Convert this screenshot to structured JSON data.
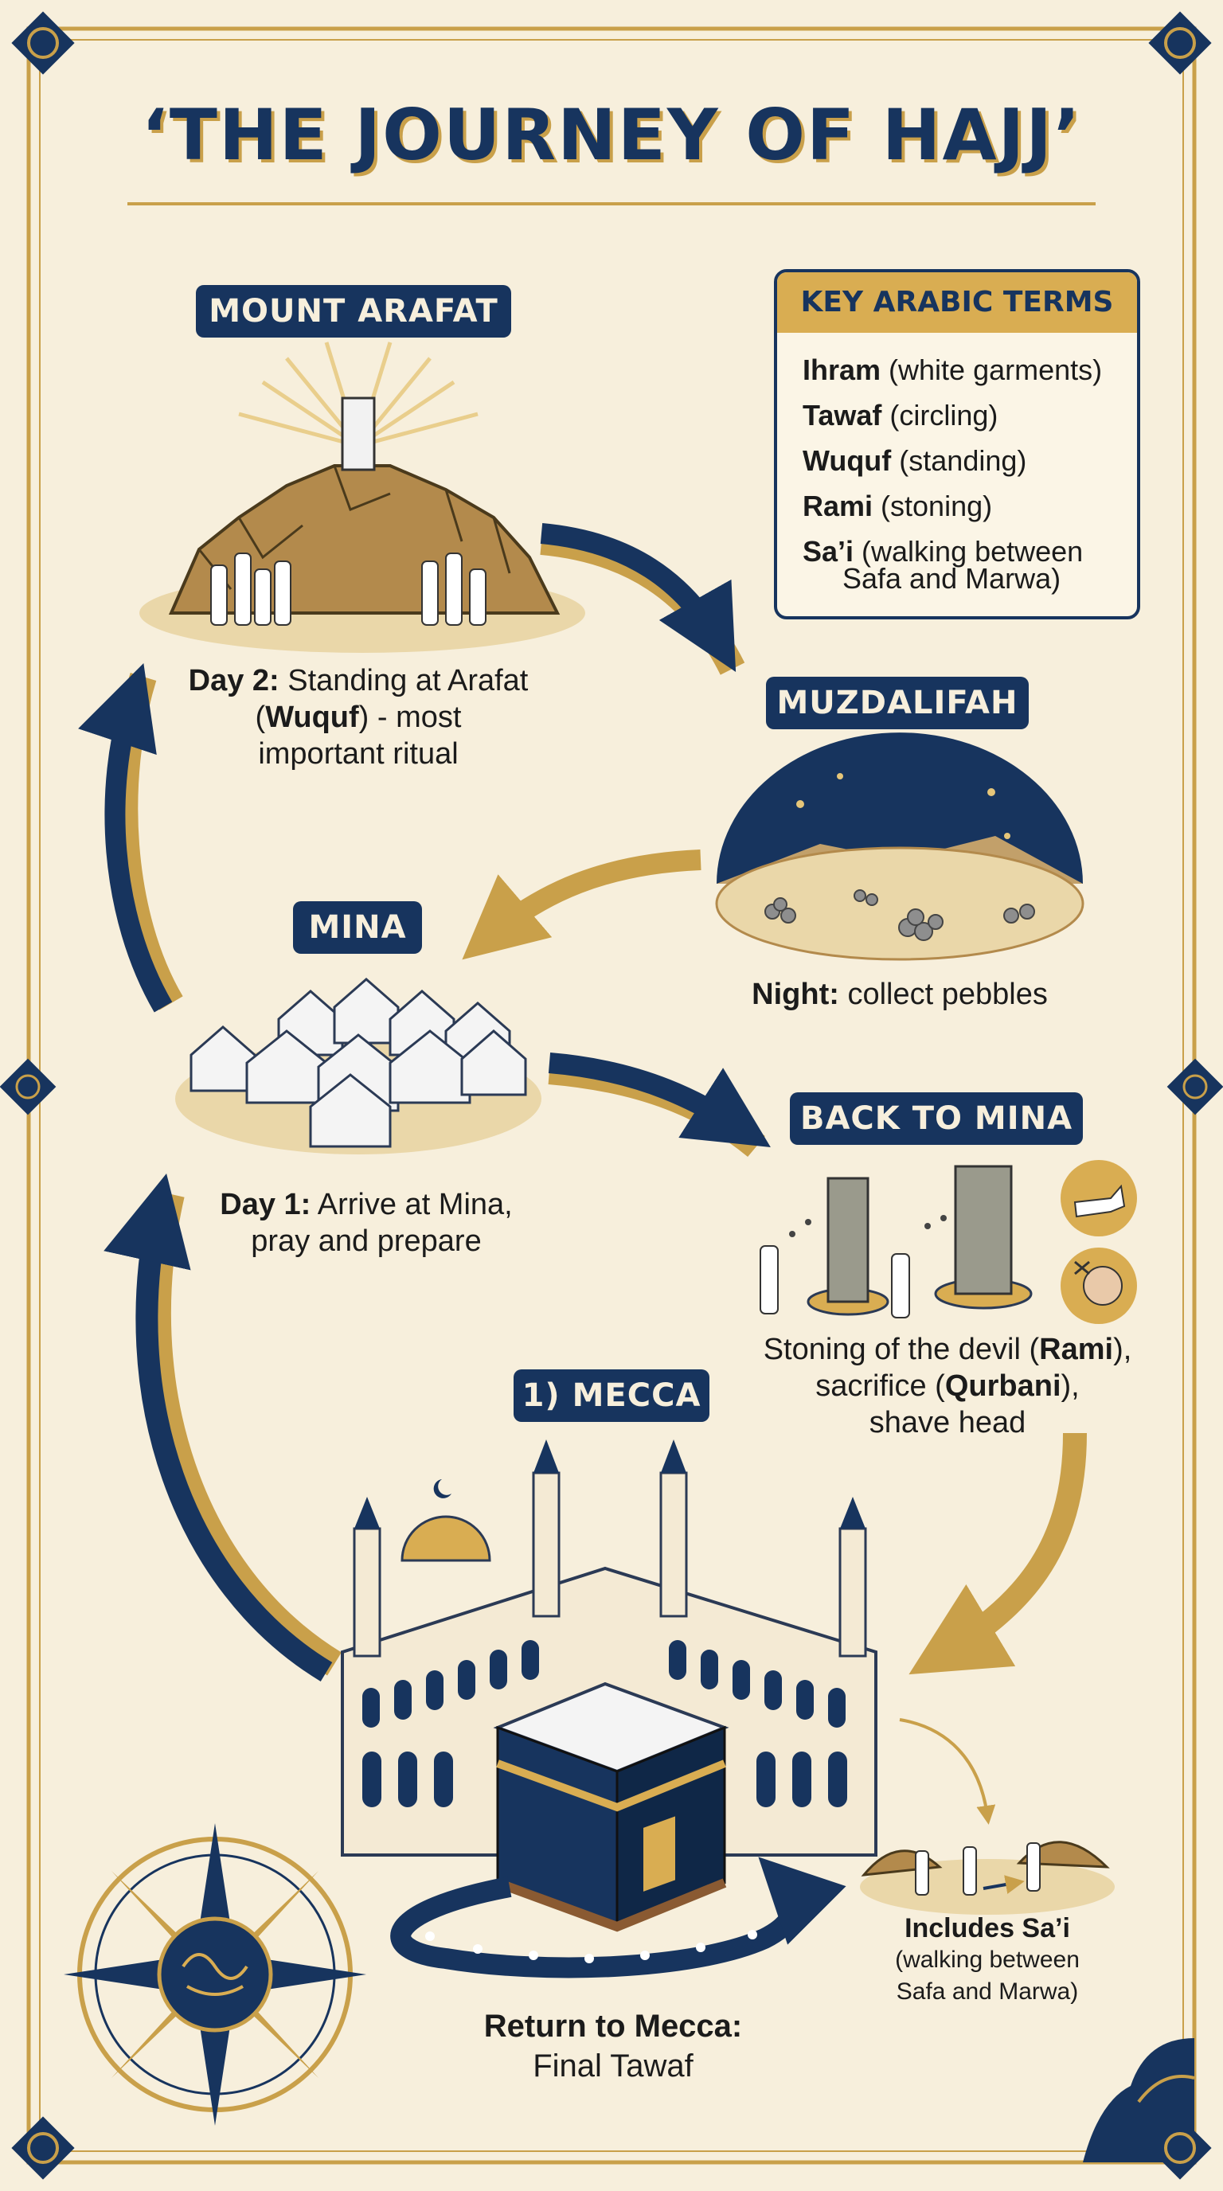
{
  "title": "‘THE JOURNEY OF HAJJ’",
  "stations": {
    "arafat": {
      "label": "MOUNT ARAFAT",
      "caption_lead": "Day 2:",
      "caption_text_1": " Standing at Arafat",
      "caption_term_open": "(",
      "caption_term": "Wuquf",
      "caption_text_2": ") - most",
      "caption_text_3": "important ritual"
    },
    "muzdalifah": {
      "label": "MUZDALIFAH",
      "caption_lead": "Night:",
      "caption_text": " collect pebbles"
    },
    "mina": {
      "label": "MINA",
      "caption_lead": "Day 1:",
      "caption_text_1": " Arrive at Mina,",
      "caption_text_2": "pray and prepare"
    },
    "back_to_mina": {
      "label": "BACK TO MINA",
      "line1_text": "Stoning of the devil (",
      "line1_term": "Rami",
      "line1_end": "),",
      "line2_text": "sacrifice (",
      "line2_term": "Qurbani",
      "line2_end": "),",
      "line3_text": "shave head"
    },
    "mecca": {
      "label": "1) MECCA",
      "caption_lead": "Return to Mecca:",
      "caption_text": "Final Tawaf"
    },
    "sai": {
      "caption_lead": "Includes Sa’i",
      "caption_text_1": "(walking between",
      "caption_text_2": "Safa and Marwa)"
    }
  },
  "key_terms": {
    "header": "KEY ARABIC TERMS",
    "items": [
      {
        "term": "Ihram",
        "meaning": " (white garments)"
      },
      {
        "term": "Tawaf",
        "meaning": " (circling)"
      },
      {
        "term": "Wuquf",
        "meaning": " (standing)"
      },
      {
        "term": "Rami",
        "meaning": " (stoning)"
      },
      {
        "term": "Sa’i",
        "meaning": " (walking between",
        "continuation": "Safa and Marwa)"
      }
    ]
  },
  "colors": {
    "navy": "#17345e",
    "gold": "#c9a04a",
    "cream": "#f7efdc",
    "sand": "#b38a4c"
  }
}
